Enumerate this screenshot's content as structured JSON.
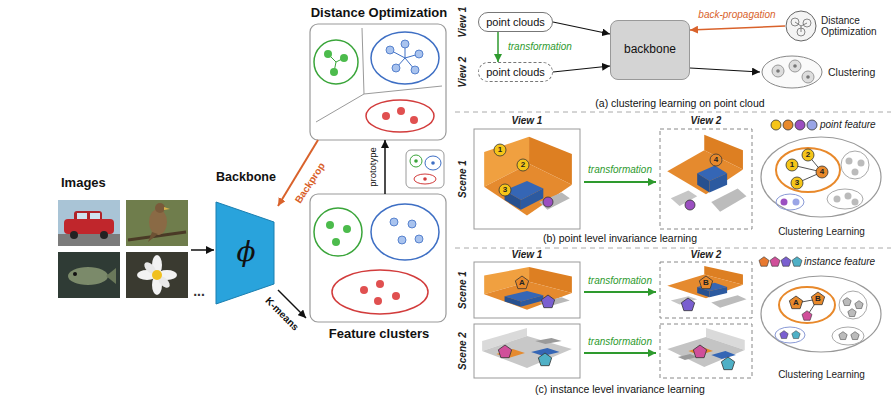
{
  "diagram": {
    "nodes": [
      {
        "text": [
          "Images"
        ]
      },
      {
        "text": [
          "Backbone",
          "ϕ"
        ]
      },
      {
        "text": [
          "Distance Optimization"
        ]
      },
      {
        "text": [
          "Feature clusters"
        ]
      },
      {
        "text": [
          "point clouds"
        ]
      },
      {
        "text": [
          "point clouds"
        ]
      },
      {
        "text": [
          "backbone"
        ]
      },
      {
        "text": [
          "Distance Optimization"
        ]
      },
      {
        "text": [
          "Clustering"
        ]
      },
      {
        "text": [
          "Clustering Learning"
        ]
      },
      {
        "text": [
          "Clustering Learning"
        ]
      }
    ],
    "edges": [
      {
        "from": 0,
        "to": 1,
        "arrow": "to"
      },
      {
        "from": 1,
        "to": 3,
        "label": "K-means",
        "arrow": "to"
      },
      {
        "from": 2,
        "to": 1,
        "label": "Backprop",
        "arrow": "to"
      },
      {
        "from": 3,
        "to": 2,
        "label": "prototype",
        "arrow": "to"
      },
      {
        "from": 4,
        "to": 5,
        "label": "transformation",
        "arrow": "to"
      },
      {
        "from": 4,
        "to": 6,
        "arrow": "to"
      },
      {
        "from": 5,
        "to": 6,
        "arrow": "to"
      },
      {
        "from": 6,
        "to": 8,
        "arrow": "to"
      },
      {
        "from": 7,
        "to": 6,
        "label": "back-propagation",
        "arrow": "to"
      }
    ],
    "labels": [
      "...",
      "View 1",
      "View 2",
      "(a) clustering learning on point cloud",
      "View 1",
      "View 2",
      "Scene 1",
      "transformation",
      "1",
      "2",
      "3",
      "4",
      "1",
      "2",
      "3",
      "4",
      "(b) point level invariance learning",
      "View 1",
      "View 2",
      "Scene 1",
      "Scene 2",
      "transformation",
      "transformation",
      "A",
      "B",
      "A",
      "B",
      "(c) instance level invariance learning"
    ],
    "legend": [
      {
        "text": "point feature"
      },
      {
        "text": "instance feature"
      }
    ]
  }
}
